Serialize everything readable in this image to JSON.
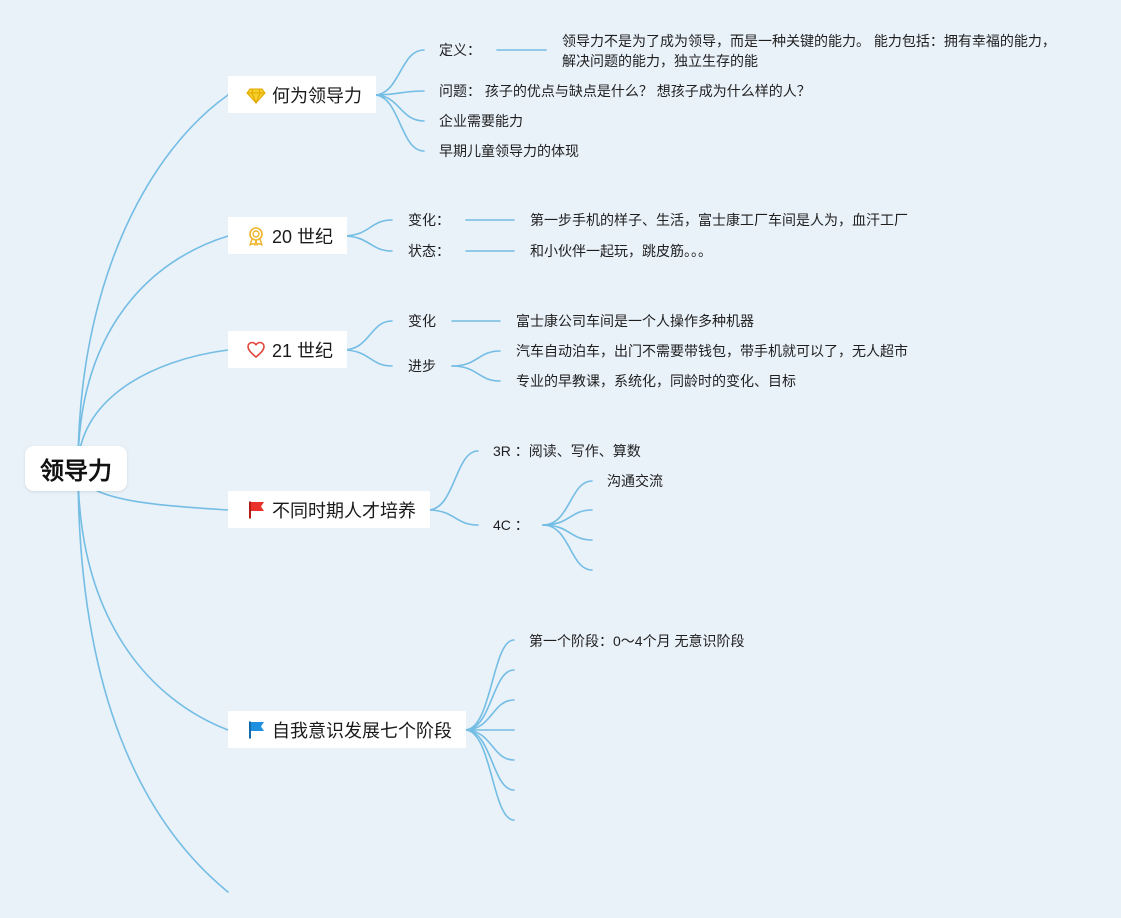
{
  "root": {
    "label": "领导力"
  },
  "topics": [
    {
      "label": "何为领导力",
      "icon": "diamond-icon",
      "children": [
        {
          "label": "定义：",
          "child": "领导力不是为了成为领导，而是一种关键的能力。 能力包括：拥有幸福的能力，解决问题的能力，独立生存的能"
        },
        {
          "label": "问题： 孩子的优点与缺点是什么？ 想孩子成为什么样的人？"
        },
        {
          "label": "企业需要能力"
        },
        {
          "label": "早期儿童领导力的体现"
        }
      ]
    },
    {
      "label": "20 世纪",
      "icon": "medal-icon",
      "children": [
        {
          "label": "变化：",
          "child": "第一步手机的样子、生活，富士康工厂车间是人为，血汗工厂"
        },
        {
          "label": "状态：",
          "child": "和小伙伴一起玩，跳皮筋。。。"
        }
      ]
    },
    {
      "label": "21 世纪",
      "icon": "heart-icon",
      "children": [
        {
          "label": "变化",
          "child": "富士康公司车间是一个人操作多种机器"
        },
        {
          "label": "进步",
          "children": [
            "汽车自动泊车，出门不需要带钱包，带手机就可以了，无人超市",
            "专业的早教课，系统化，同龄时的变化、目标"
          ]
        }
      ]
    },
    {
      "label": "不同时期人才培养",
      "icon": "red-flag-icon",
      "children": [
        {
          "label": "3R ：阅读、写作、算数"
        },
        {
          "label": "4C ：",
          "children": [
            "沟通交流",
            "",
            "",
            ""
          ]
        }
      ]
    },
    {
      "label": "自我意识发展七个阶段",
      "icon": "blue-flag-icon",
      "children": [
        {
          "label": "第一个阶段：0～4个月 无意识阶段"
        },
        {
          "label": ""
        },
        {
          "label": ""
        },
        {
          "label": ""
        },
        {
          "label": ""
        },
        {
          "label": ""
        },
        {
          "label": ""
        }
      ]
    }
  ],
  "colors": {
    "background": "#e9f1f9",
    "link": "#74bde4",
    "diamond": "#f5cf2a",
    "medal": "#f0b429",
    "heart": "#e0453a",
    "red_flag": "#e8322a",
    "blue_flag": "#1f8fe0"
  }
}
